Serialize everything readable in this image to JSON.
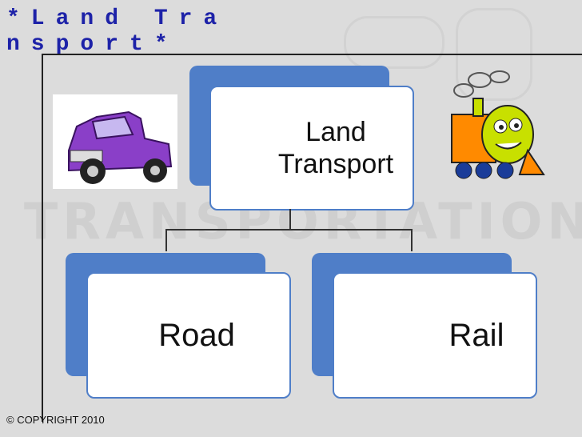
{
  "slide": {
    "title": "*Land Transport*",
    "copyright": "© COPYRIGHT 2010"
  },
  "diagram": {
    "root": "Land Transport",
    "children": [
      "Road",
      "Rail"
    ]
  },
  "background": {
    "watermark": "TRANSPORTATION"
  },
  "images": {
    "left": "purple-truck-cartoon",
    "right": "cartoon-train"
  },
  "colors": {
    "title": "#1d22a8",
    "box_back": "#4f7ec8",
    "background": "#dcdcdc"
  }
}
